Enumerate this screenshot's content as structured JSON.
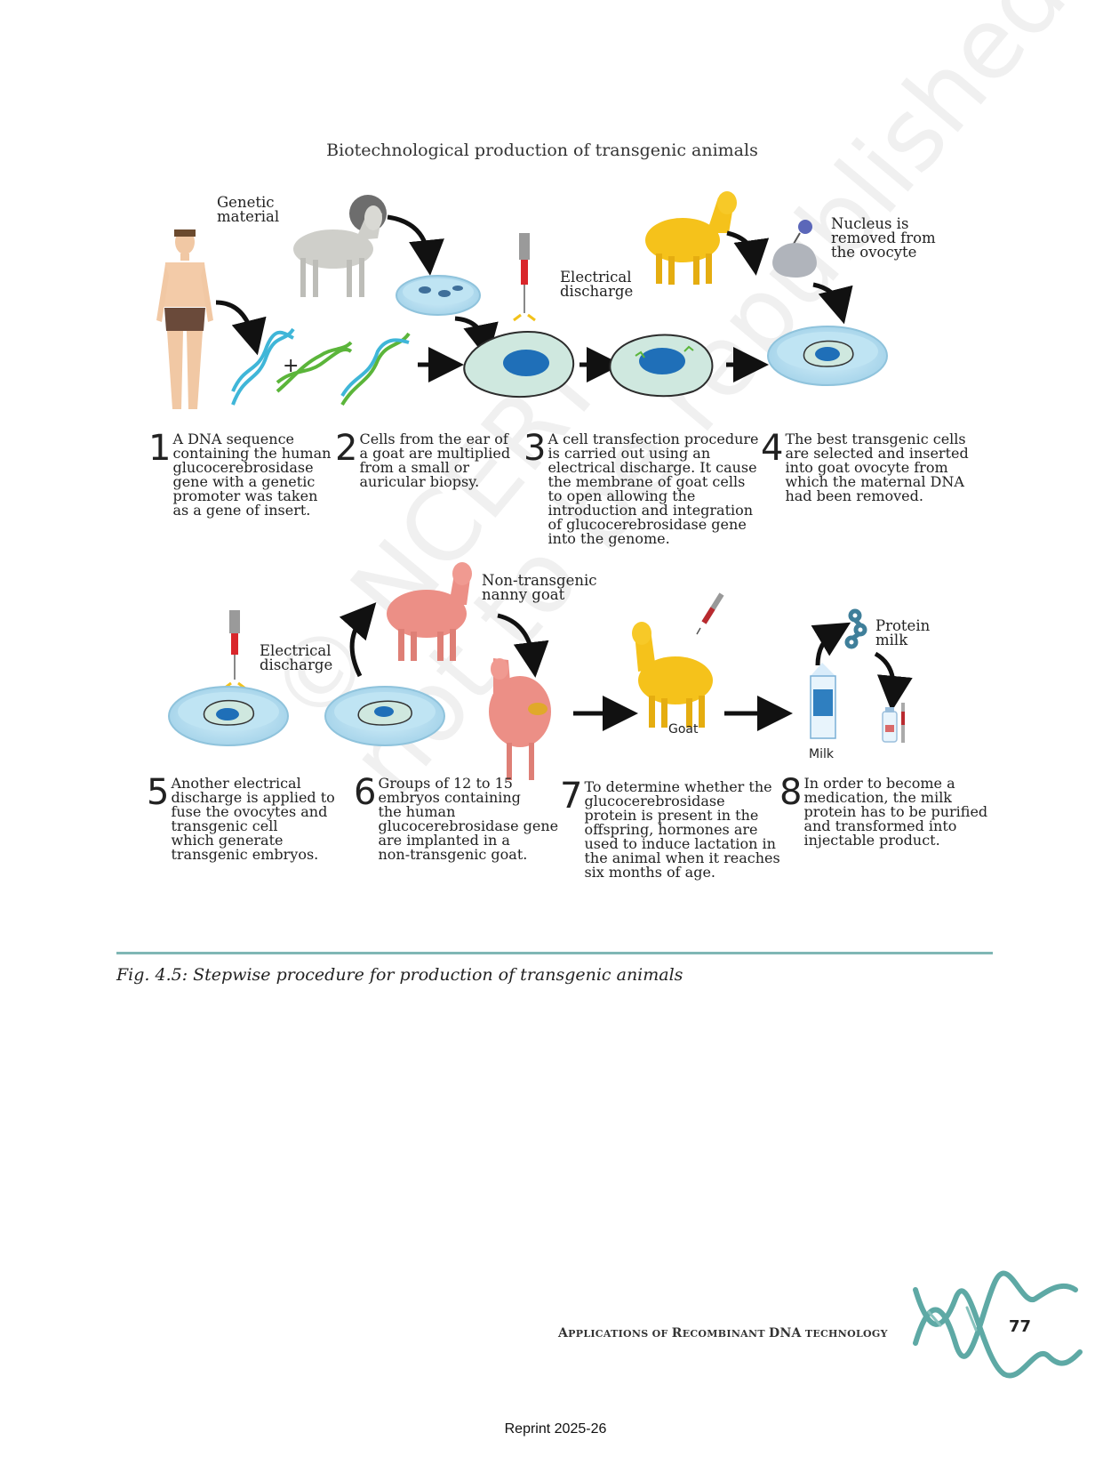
{
  "title": "Biotechnological production of transgenic animals",
  "labels": {
    "genetic_material": [
      "Genetic",
      "material"
    ],
    "electrical_discharge_top": [
      "Electrical",
      "discharge"
    ],
    "nucleus_removed": [
      "Nucleus is",
      "removed from",
      "the ovocyte"
    ],
    "electrical_discharge_bottom": [
      "Electrical",
      "discharge"
    ],
    "non_transgenic_goat": [
      "Non-transgenic",
      "nanny goat"
    ],
    "protein_milk": [
      "Protein",
      "milk"
    ],
    "goat": "Goat",
    "milk": "Milk"
  },
  "steps": [
    {
      "number": "1",
      "text": [
        "A DNA sequence",
        "containing the human",
        "glucocerebrosidase",
        "gene with a genetic",
        "promoter was taken",
        "as a gene of insert."
      ]
    },
    {
      "number": "2",
      "text": [
        "Cells from the ear of",
        "a goat are multiplied",
        "from a small or",
        "auricular biopsy."
      ]
    },
    {
      "number": "3",
      "text": [
        "A cell transfection procedure",
        "is carried out using an",
        "electrical discharge. It cause",
        "the membrane of goat cells",
        "to open allowing the",
        "introduction and integration",
        "of glucocerebrosidase gene",
        "into the genome."
      ]
    },
    {
      "number": "4",
      "text": [
        "The best transgenic cells",
        "are selected and inserted",
        "into goat ovocyte from",
        "which the maternal DNA",
        "had been removed."
      ]
    },
    {
      "number": "5",
      "text": [
        "Another electrical",
        "discharge is applied to",
        "fuse the ovocytes and",
        "transgenic cell",
        "which generate",
        "transgenic embryos."
      ]
    },
    {
      "number": "6",
      "text": [
        "Groups of 12 to 15",
        "embryos containing",
        "the human",
        "glucocerebrosidase gene",
        "are implanted in a",
        "non-transgenic goat."
      ]
    },
    {
      "number": "7",
      "text": [
        "To determine whether the",
        "glucocerebrosidase",
        "protein is present in the",
        "offspring, hormones are",
        "used to induce lactation in",
        "the animal when it reaches",
        "six months of age."
      ]
    },
    {
      "number": "8",
      "text": [
        "In order to become a",
        "medication, the milk",
        "protein has to be purified",
        "and transformed into",
        "injectable product."
      ]
    }
  ],
  "caption": "Fig. 4.5: Stepwise procedure for production of transgenic animals",
  "footer": {
    "prefix_a": "A",
    "rest_a": "PPLICATIONS OF ",
    "prefix_r": "R",
    "rest_r": "ECOMBINANT ",
    "dna": "DNA",
    "rest_t": " TECHNOLOGY",
    "page_number": "77"
  },
  "reprint": "Reprint 2025-26",
  "watermark": [
    "© NCERT",
    "not to be republished"
  ],
  "colors": {
    "teal_rule": "#7fb7b5",
    "goat_yellow": "#f5c21b",
    "goat_pink": "#ec8f86",
    "goat_grey": "#c9c9c4",
    "dish_blue": "#a8d8ec",
    "nucleus_blue": "#1f6fb8",
    "cell_fill": "#cfe8df"
  }
}
